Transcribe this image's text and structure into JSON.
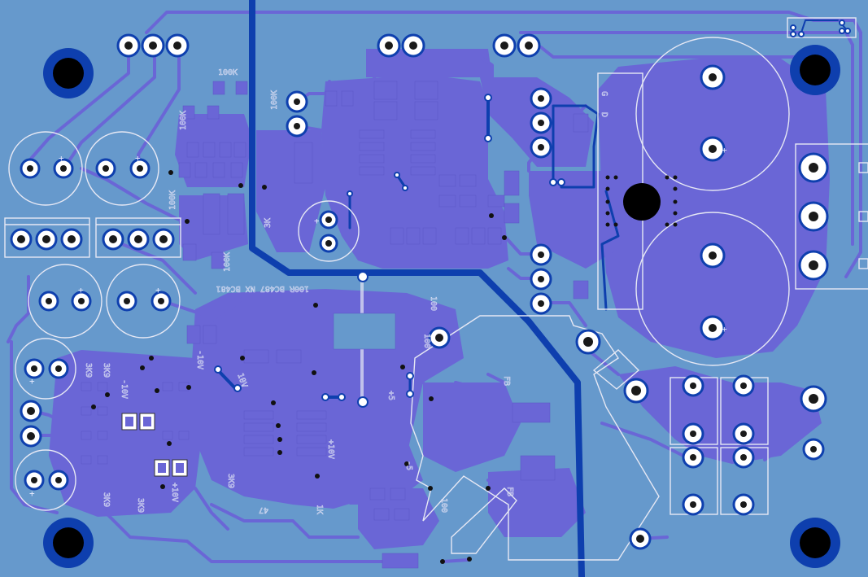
{
  "labels": {
    "r100k_a": "100K",
    "r100k_b": "100K",
    "r100k_c": "100K",
    "r100k_d": "100K",
    "r100k_e": "100K",
    "r3k_a": "3K",
    "neg10v_a": "-10V",
    "neg10v_b": "-10V",
    "pos10v_a": "10V",
    "pos10v_b": "+10V",
    "pos10v_c": "+10V",
    "pos5": "+5",
    "neg5": "-5",
    "r3k9_a": "3K9",
    "r3k9_b": "3K9",
    "r3k9_c": "3K9",
    "r3k9_d": "3K9",
    "r3k9_e": "3K9",
    "cap_row": "100R  BC487  NX  BC481",
    "g_label": "G",
    "d_label": "D",
    "r47": "47",
    "r1k": "1K",
    "fb_a": "FB",
    "fb_b": "FB",
    "r100_a": "100",
    "r100_b": "100",
    "r100_c": "100"
  },
  "colors": {
    "board": "#6699cc",
    "copper_top": "#6a66d6",
    "copper_bottom": "#0e3fae",
    "silkscreen": "#e6e8f4",
    "pad": "#ffffff",
    "hole": "#000000"
  }
}
